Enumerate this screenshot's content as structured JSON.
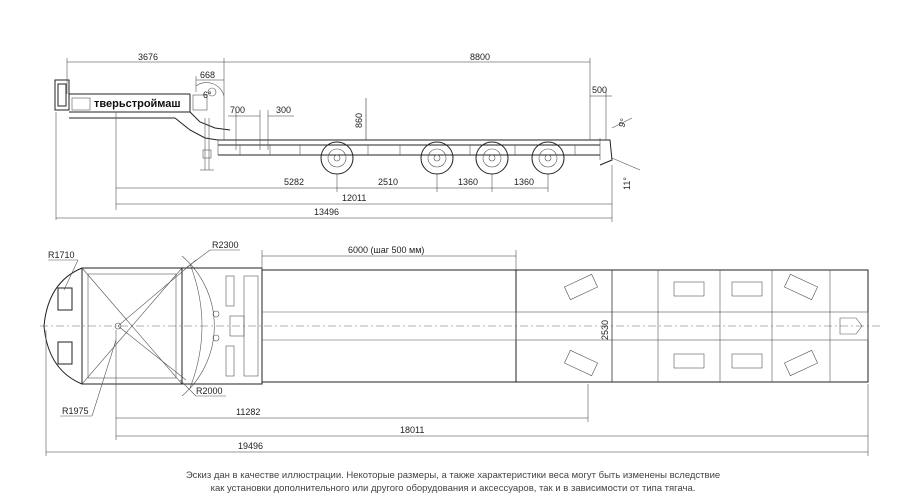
{
  "brand_label": "тверьстроймаш",
  "side_view": {
    "dims": {
      "front_overhang": "3676",
      "deck_length": "8800",
      "kingpin_offset": "668",
      "swing_angle": "6°",
      "step_a": "700",
      "step_b": "300",
      "deck_height": "860",
      "rear_overhang": "500",
      "rear_angle": "9°",
      "axle_start": "5282",
      "axle_gap": "2510",
      "axle_pitch_1": "1360",
      "axle_pitch_2": "1360",
      "length_mid": "12011",
      "length_total": "13496",
      "ramp_angle": "11°"
    }
  },
  "top_view": {
    "dims": {
      "front_radius": "R1710",
      "swing_radius": "R2300",
      "extension": "6000 (шаг 500 мм)",
      "width": "2530",
      "inner_radius": "R2000",
      "outer_radius": "R1975",
      "len_retracted": "11282",
      "len_extended": "18011",
      "len_total": "19496"
    }
  },
  "footnote": {
    "line1": "Эскиз дан в качестве иллюстрации. Некоторые размеры, а также характеристики веса могут быть изменены вследствие",
    "line2": "как установки дополнительного или другого оборудования и аксессуаров, так и в зависимости от типа тягача."
  },
  "colors": {
    "line": "#222222",
    "background": "#ffffff"
  }
}
